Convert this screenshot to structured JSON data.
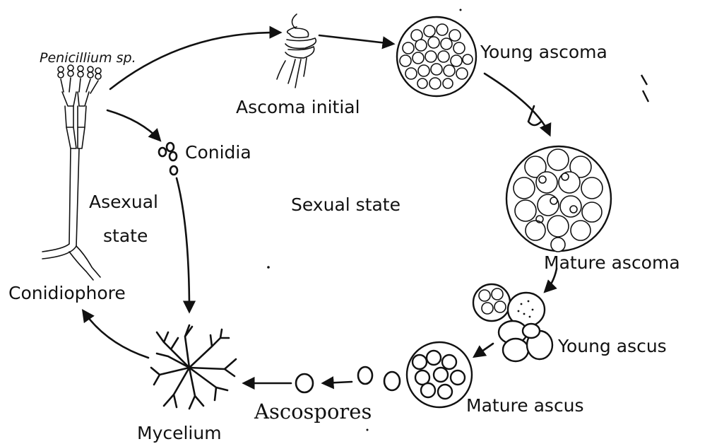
{
  "labels": {
    "penicillium": "Penicillium sp.",
    "ascoma_initial": "Ascoma initial",
    "young_ascoma": "Young ascoma",
    "conidia": "Conidia",
    "asexual_1": "Asexual",
    "asexual_2": "state",
    "sexual_state": "Sexual state",
    "mature_ascoma": "Mature ascoma",
    "conidiophore": "Conidiophore",
    "young_ascus": "Young ascus",
    "ascospores": "Ascospores",
    "mature_ascus": "Mature ascus",
    "mycelium": "Mycelium"
  }
}
